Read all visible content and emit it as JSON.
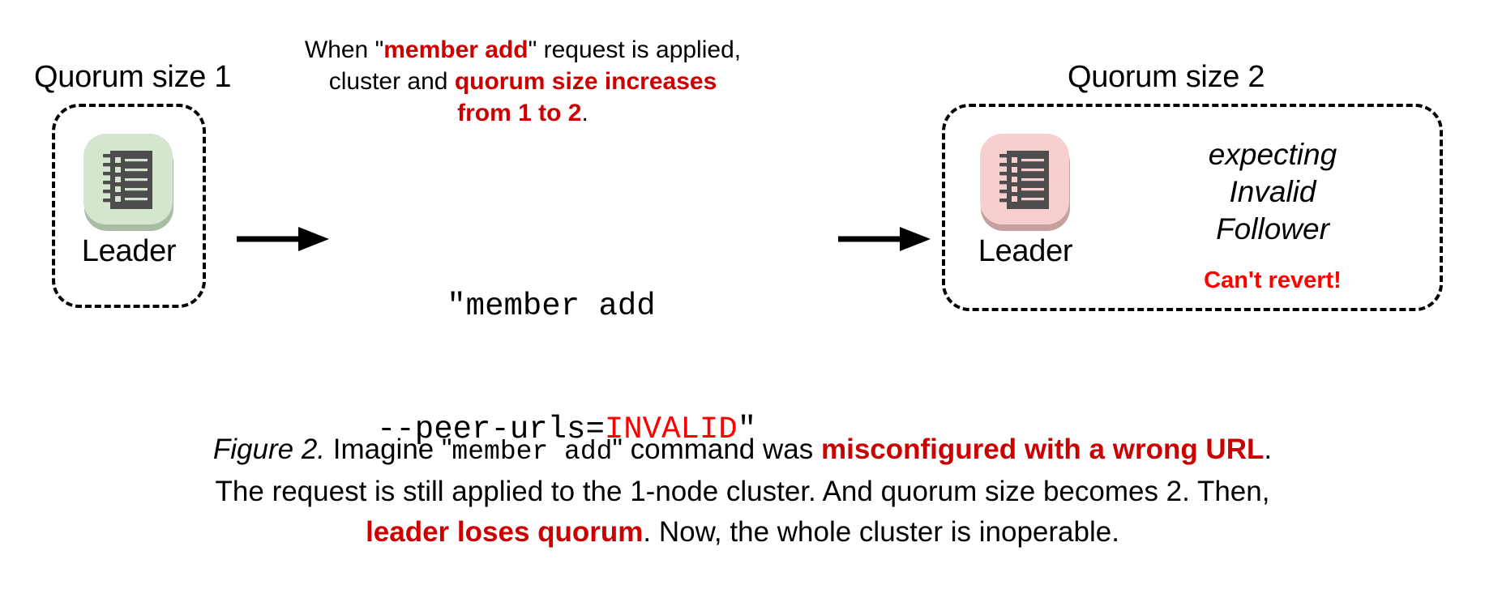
{
  "colors": {
    "accent_red": "#CC0000",
    "bright_red": "#FF0000",
    "leader_ok_bg": "#D4E6D0",
    "leader_ok_shadow": "#A9BCA4",
    "leader_bad_bg": "#F7CFCF",
    "leader_bad_shadow": "#C6A0A0",
    "icon_body": "#4D4D4D",
    "text": "#000000",
    "canvas": "#FFFFFF"
  },
  "left_cluster": {
    "quorum_label": "Quorum size 1",
    "node_label": "Leader",
    "icon_name": "server-ledger-icon"
  },
  "right_cluster": {
    "quorum_label": "Quorum size 2",
    "node_label": "Leader",
    "icon_name": "server-ledger-icon",
    "status_lines": [
      "expecting",
      "Invalid",
      "Follower"
    ],
    "alert": "Can't revert!"
  },
  "top_note": {
    "seg1": "When \"",
    "seg2_red": "member add",
    "seg3": "\" request is applied,",
    "seg4": "cluster and ",
    "seg5_red": "quorum size increases",
    "seg6_red": "from 1 to 2",
    "seg7": "."
  },
  "command": {
    "line1": "\"member add",
    "line2_prefix": "--peer-urls=",
    "line2_red": "INVALID",
    "line2_suffix": "\""
  },
  "arrows": {
    "left_arrow_name": "flow-arrow-left",
    "right_arrow_name": "flow-arrow-right"
  },
  "caption": {
    "figure_label": "Figure 2.",
    "c1": " Imagine \"",
    "c2_code": "member add",
    "c3": "\" command was ",
    "c4_red": "misconfigured with a wrong URL",
    "c5": ".",
    "c6": "The request is still applied to the 1-node cluster. And quorum size becomes 2. Then,",
    "c7_red": "leader loses quorum",
    "c8": ". Now, the whole cluster is inoperable."
  }
}
